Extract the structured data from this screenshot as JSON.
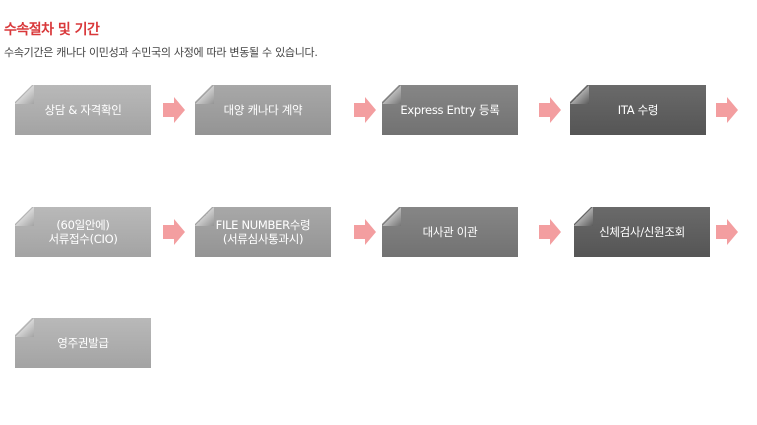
{
  "header": {
    "title": "수속절차 및 기간",
    "subtitle": "수속기간은 캐나다 이민성과 수민국의 사정에 따라 변동될 수 있습니다."
  },
  "steps": [
    {
      "label": "상담 & 자격확인"
    },
    {
      "label": "대양 캐나다 계약"
    },
    {
      "label": "Express Entry 등록"
    },
    {
      "label": "ITA 수령"
    },
    {
      "label": "(60일안에)\n서류접수(CIO)"
    },
    {
      "label": "FILE NUMBER수령\n(서류심사통과시)"
    },
    {
      "label": "대사관 이관"
    },
    {
      "label": "신체검사/신원조회"
    },
    {
      "label": "영주권발급"
    }
  ],
  "colors": {
    "title": "#d9383a",
    "arrow": "#f39ea0",
    "box_light": "#a8a8a8",
    "box_mid": "#949494",
    "box_dark": "#7a7a7a",
    "box_darkest": "#5e5e5e"
  },
  "icons": {
    "arrow": "right-arrow-icon"
  }
}
